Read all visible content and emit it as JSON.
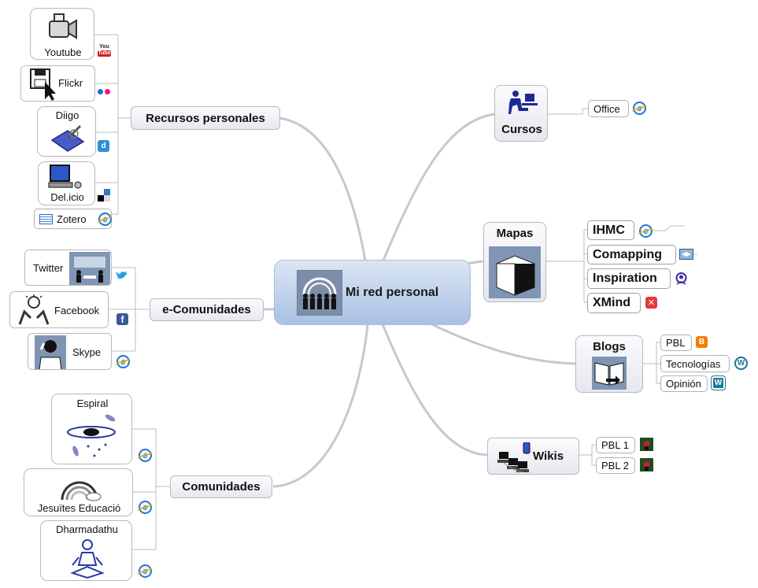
{
  "central": {
    "label": "Mi red personal",
    "icon": "people-group-icon"
  },
  "branches": {
    "recursos": {
      "label": "Recursos personales"
    },
    "ecomunidades": {
      "label": "e-Comunidades"
    },
    "comunidades": {
      "label": "Comunidades"
    },
    "cursos": {
      "label": "Cursos"
    },
    "mapas": {
      "label": "Mapas"
    },
    "blogs": {
      "label": "Blogs"
    },
    "wikis": {
      "label": "Wikis"
    }
  },
  "recursos_items": {
    "youtube": "Youtube",
    "flickr": "Flickr",
    "diigo": "Diigo",
    "delicio": "Del.icio",
    "zotero": "Zotero"
  },
  "ecomunidades_items": {
    "twitter": "Twitter",
    "facebook": "Facebook",
    "skype": "Skype"
  },
  "comunidades_items": {
    "espiral": "Espiral",
    "jesuites": "Jesuïtes Educació",
    "dharmadathu": "Dharmadathu"
  },
  "cursos_items": {
    "office": "Office"
  },
  "mapas_items": {
    "ihmc": "IHMC",
    "comapping": "Comapping",
    "inspiration": "Inspiration",
    "xmind": "XMind"
  },
  "blogs_items": {
    "pbl": "PBL",
    "tecnologias": "Tecnologías",
    "opinion": "Opinión"
  },
  "wikis_items": {
    "pbl1": "PBL 1",
    "pbl2": "PBL 2"
  },
  "icon_labels": {
    "youtube_top": "You",
    "youtube_bottom": "Tube",
    "delicious": "",
    "xmind": "✕",
    "wordpress": "W",
    "blogger": "B",
    "diigo": "d",
    "facebook": "f"
  },
  "colors": {
    "connector": "#c8c8c8",
    "central_top": "#dce6f4",
    "central_bottom": "#a9c1e3",
    "ie_blue": "#2a78c8"
  }
}
